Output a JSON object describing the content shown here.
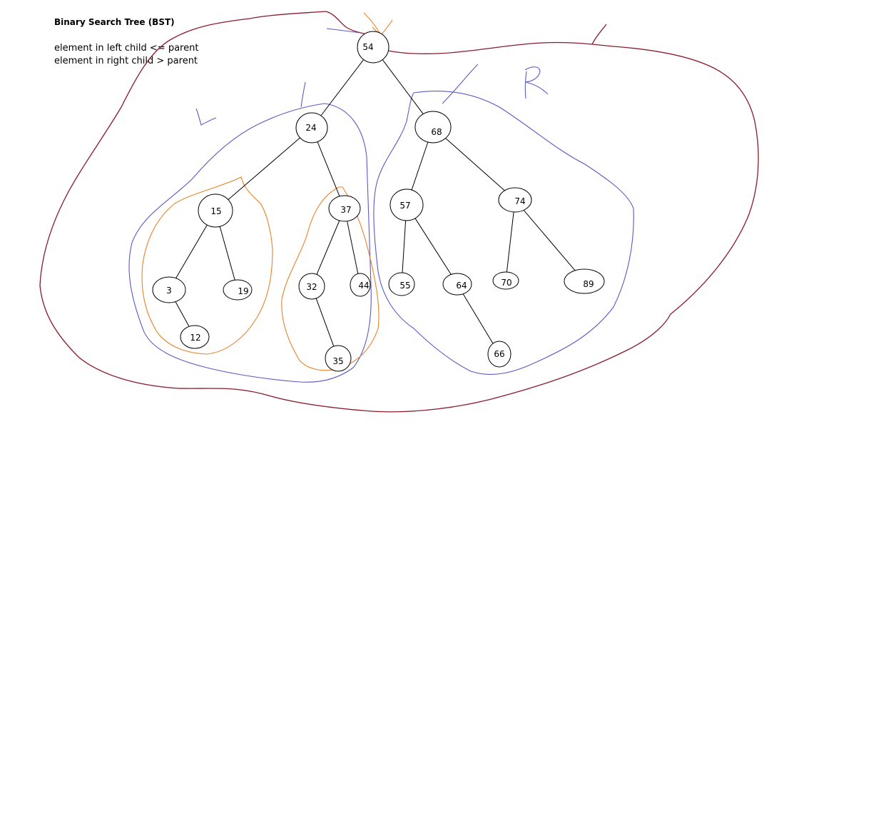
{
  "header": {
    "title": "Binary Search Tree (BST)",
    "rule_left": "element in left child <= parent",
    "rule_right": "element in right child > parent"
  },
  "tree": {
    "nodes": [
      {
        "id": "n54",
        "label": "54"
      },
      {
        "id": "n24",
        "label": "24"
      },
      {
        "id": "n68",
        "label": "68"
      },
      {
        "id": "n15",
        "label": "15"
      },
      {
        "id": "n37",
        "label": "37"
      },
      {
        "id": "n57",
        "label": "57"
      },
      {
        "id": "n74",
        "label": "74"
      },
      {
        "id": "n3",
        "label": "3"
      },
      {
        "id": "n19",
        "label": "19"
      },
      {
        "id": "n32",
        "label": "32"
      },
      {
        "id": "n44",
        "label": "44"
      },
      {
        "id": "n55",
        "label": "55"
      },
      {
        "id": "n64",
        "label": "64"
      },
      {
        "id": "n70",
        "label": "70"
      },
      {
        "id": "n89",
        "label": "89"
      },
      {
        "id": "n12",
        "label": "12"
      },
      {
        "id": "n35",
        "label": "35"
      },
      {
        "id": "n66",
        "label": "66"
      }
    ],
    "edges": [
      [
        "n54",
        "n24"
      ],
      [
        "n54",
        "n68"
      ],
      [
        "n24",
        "n15"
      ],
      [
        "n24",
        "n37"
      ],
      [
        "n68",
        "n57"
      ],
      [
        "n68",
        "n74"
      ],
      [
        "n15",
        "n3"
      ],
      [
        "n15",
        "n19"
      ],
      [
        "n37",
        "n32"
      ],
      [
        "n37",
        "n44"
      ],
      [
        "n57",
        "n55"
      ],
      [
        "n57",
        "n64"
      ],
      [
        "n74",
        "n70"
      ],
      [
        "n74",
        "n89"
      ],
      [
        "n3",
        "n12"
      ],
      [
        "n32",
        "n35"
      ],
      [
        "n64",
        "n66"
      ]
    ]
  },
  "annotations": {
    "outer_outline_color": "#8b1a2b",
    "subtree_outline_color": "#5a5ac8",
    "inner_outline_color": "#e8822a"
  }
}
